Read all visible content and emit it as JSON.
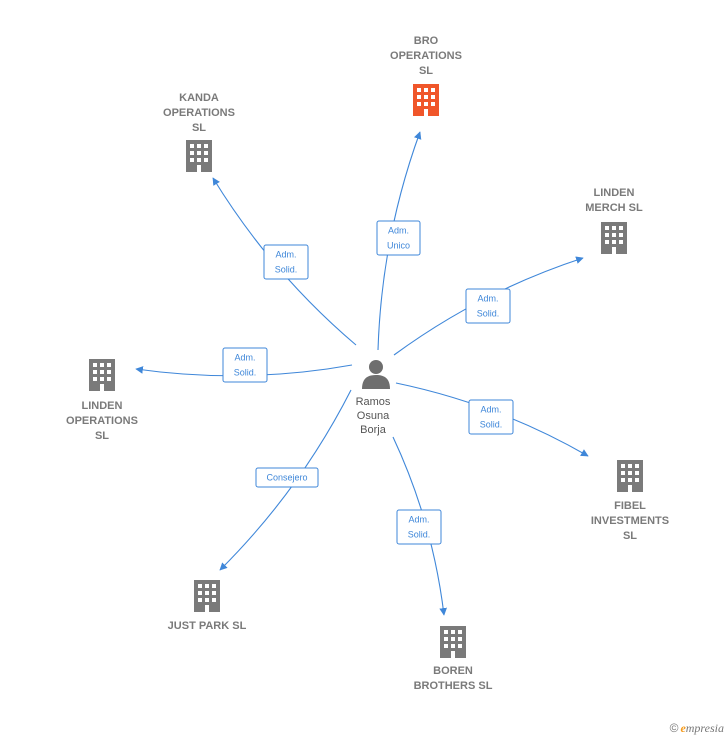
{
  "person": {
    "name_lines": [
      "Ramos",
      "Osuna",
      "Borja"
    ]
  },
  "colors": {
    "edge": "#3f87d9",
    "company": "#7a7a7a",
    "highlight": "#f0562a"
  },
  "companies": [
    {
      "id": "bro",
      "lines": [
        "BRO",
        "OPERATIONS",
        "SL"
      ],
      "highlight": true,
      "relation": [
        "Adm.",
        "Unico"
      ]
    },
    {
      "id": "kanda",
      "lines": [
        "KANDA",
        "OPERATIONS",
        "SL"
      ],
      "highlight": false,
      "relation": [
        "Adm.",
        "Solid."
      ]
    },
    {
      "id": "linden-merch",
      "lines": [
        "LINDEN",
        "MERCH  SL"
      ],
      "highlight": false,
      "relation": [
        "Adm.",
        "Solid."
      ]
    },
    {
      "id": "linden-ops",
      "lines": [
        "LINDEN",
        "OPERATIONS",
        "SL"
      ],
      "highlight": false,
      "relation": [
        "Adm.",
        "Solid."
      ]
    },
    {
      "id": "fibel",
      "lines": [
        "FIBEL",
        "INVESTMENTS",
        "SL"
      ],
      "highlight": false,
      "relation": [
        "Adm.",
        "Solid."
      ]
    },
    {
      "id": "just-park",
      "lines": [
        "JUST PARK  SL"
      ],
      "highlight": false,
      "relation": [
        "Consejero"
      ]
    },
    {
      "id": "boren",
      "lines": [
        "BOREN",
        "BROTHERS  SL"
      ],
      "highlight": false,
      "relation": [
        "Adm.",
        "Solid."
      ]
    }
  ],
  "brand": {
    "copyright": "©",
    "e": "e",
    "rest": "mpresia"
  }
}
